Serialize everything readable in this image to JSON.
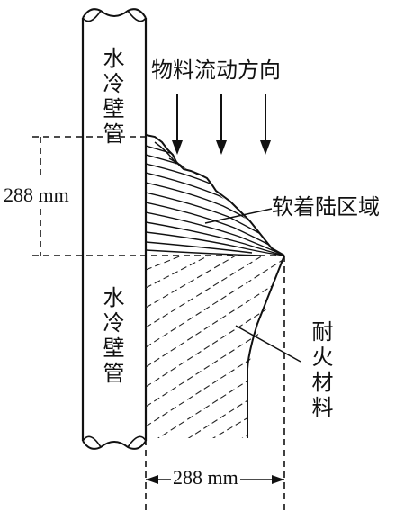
{
  "labels": {
    "tube_top": "水冷壁管",
    "tube_bottom": "水冷壁管",
    "flow_direction": "物料流动方向",
    "soft_landing_zone": "软着陆区域",
    "refractory": "耐火材料",
    "dim_vertical": "288 mm",
    "dim_horizontal": "288 mm"
  },
  "colors": {
    "line": "#111111",
    "background": "#ffffff"
  }
}
